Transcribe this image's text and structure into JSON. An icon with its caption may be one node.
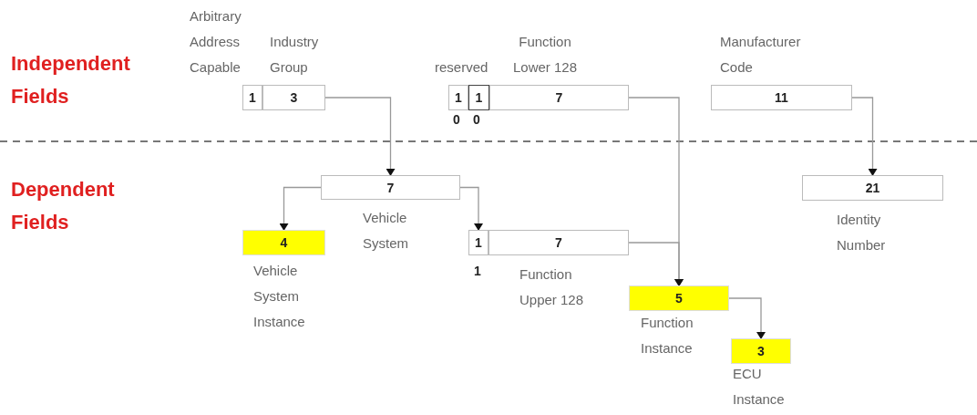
{
  "diagram": {
    "nodes": [
      {
        "text": [
          "1"
        ],
        "beside": [
          "Arbitrary Address Capable"
        ]
      },
      {
        "text": [
          "3"
        ],
        "beside": [
          "Industry Group"
        ]
      },
      {
        "text": [
          "1"
        ],
        "beside": [
          "reserved",
          "0"
        ]
      },
      {
        "text": [
          "1"
        ],
        "beside": [
          "0"
        ]
      },
      {
        "text": [
          "7"
        ],
        "beside": [
          "Function Lower 128"
        ]
      },
      {
        "text": [
          "11"
        ],
        "beside": [
          "Manufacturer Code"
        ]
      },
      {
        "text": [
          "7"
        ],
        "beside": [
          "Vehicle System"
        ]
      },
      {
        "text": [
          "21"
        ],
        "beside": [
          "Identity Number"
        ]
      },
      {
        "text": [
          "4"
        ],
        "beside": [
          "Vehicle System Instance"
        ]
      },
      {
        "text": [
          "1"
        ],
        "beside": [
          "1"
        ]
      },
      {
        "text": [
          "7"
        ],
        "beside": [
          "Function Upper 128"
        ]
      },
      {
        "text": [
          "5"
        ],
        "beside": [
          "Function Instance"
        ]
      },
      {
        "text": [
          "3"
        ],
        "beside": [
          "ECU Instance"
        ]
      }
    ],
    "edges": [
      {
        "from": 1,
        "to": 6,
        "arrow": "to"
      },
      {
        "from": 4,
        "to": 11,
        "arrow": "to"
      },
      {
        "from": 5,
        "to": 7,
        "arrow": "to"
      },
      {
        "from": 6,
        "to": 8,
        "arrow": "to"
      },
      {
        "from": 6,
        "to": 9,
        "arrow": "to"
      },
      {
        "from": 10,
        "to": 11,
        "arrow": "to"
      },
      {
        "from": 11,
        "to": 12,
        "arrow": "to"
      }
    ],
    "labels": [
      "Independent Fields",
      "Dependent Fields"
    ]
  }
}
